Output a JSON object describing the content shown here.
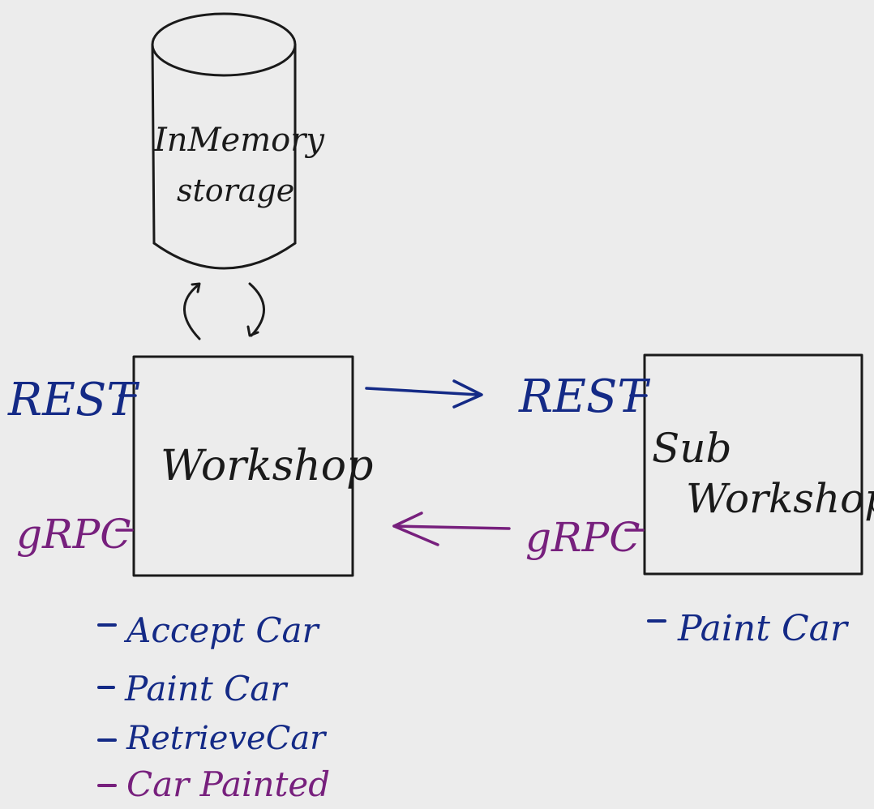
{
  "storage": {
    "line1": "InMemory",
    "line2": "storage"
  },
  "workshop": {
    "label": "Workshop",
    "rest_label": "REST",
    "grpc_label": "gRPC",
    "methods": [
      {
        "text": "Accept Car",
        "color": "#142a86"
      },
      {
        "text": "Paint Car",
        "color": "#142a86"
      },
      {
        "text": "RetrieveCar",
        "color": "#142a86"
      },
      {
        "text": "Car Painted",
        "color": "#77207d"
      }
    ]
  },
  "sub_workshop": {
    "label_line1": "Sub",
    "label_line2": "Workshop",
    "rest_label": "REST",
    "grpc_label": "gRPC",
    "methods": [
      {
        "text": "Paint Car",
        "color": "#142a86"
      }
    ]
  },
  "colors": {
    "rest": "#142a86",
    "grpc": "#77207d",
    "ink": "#1a1a1a",
    "paper": "#ececec"
  }
}
